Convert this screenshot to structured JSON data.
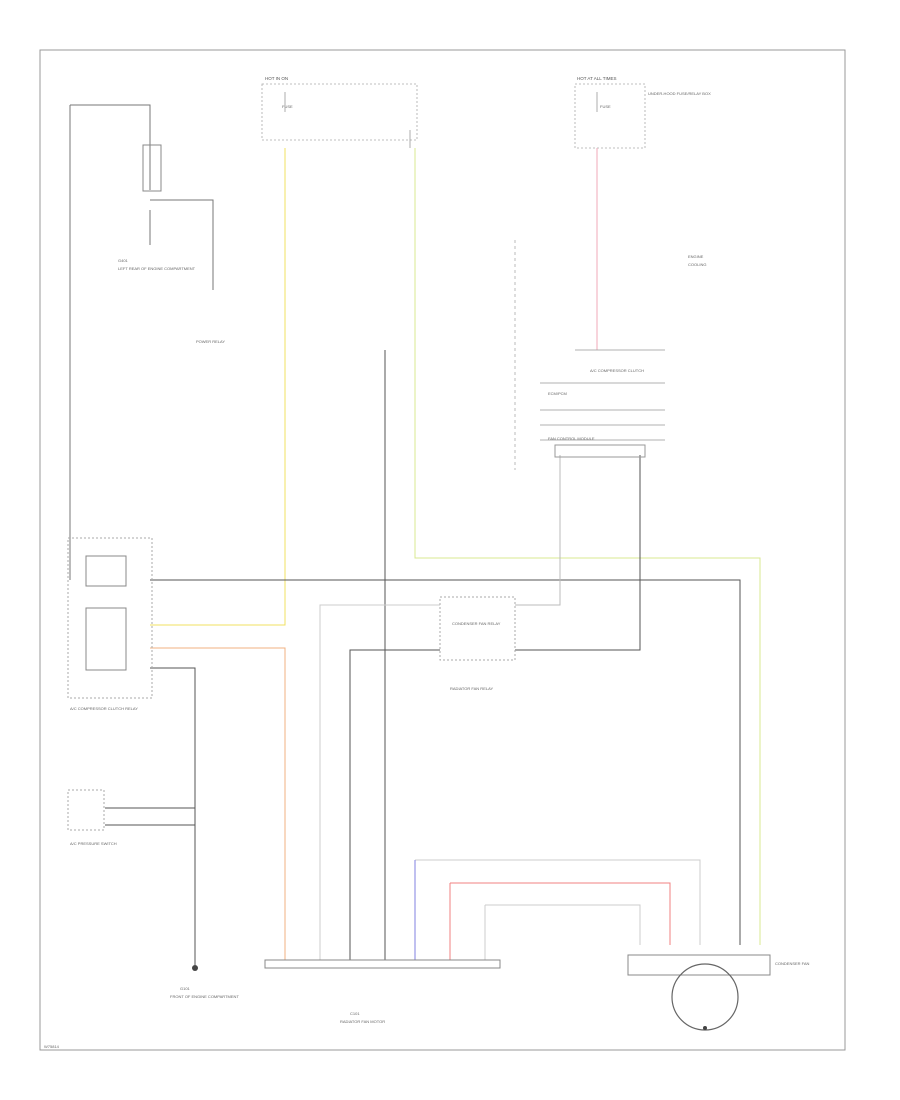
{
  "labels": {
    "fuse_box_left_header": "HOT IN ON",
    "fuse_box_right_header": "HOT AT ALL TIMES",
    "fuse_box_right_name": "UNDER-HOOD FUSE/RELAY BOX",
    "fuse_left_a": "FUSE",
    "fuse_right_a": "FUSE",
    "ground_left": "G401",
    "ground_left_name": "LEFT REAR OF ENGINE COMPARTMENT",
    "power_relay_label": "POWER RELAY",
    "radiator_fan_relay": "RADIATOR FAN RELAY",
    "ecm_pcm_label": "ECM/PCM",
    "cooling_fan_label": "CONDENSER FAN",
    "condenser_fan_relay": "CONDENSER FAN RELAY",
    "ac_pressure_switch": "A/C PRESSURE SWITCH",
    "fan_control_module": "FAN CONTROL MODULE",
    "ac_compressor_clutch": "A/C COMPRESSOR CLUTCH",
    "ac_clutch_relay": "A/C COMPRESSOR CLUTCH RELAY",
    "engine_label": "ENGINE",
    "engine_sub": "COOLING",
    "connector_bottom": "C101",
    "connector_bottom_name": "RADIATOR FAN MOTOR",
    "connector_ecm": "ECM/PCM",
    "ground_bottom": "G101",
    "ground_bottom_name": "FRONT OF ENGINE COMPARTMENT",
    "radiator_fan_motor": "RADIATOR FAN MOTOR",
    "page_id": "W75814"
  },
  "wire_colors": {
    "yellow": "#f0e060",
    "yellow_green": "#d8e890",
    "pink": "#f0a8b8",
    "blue": "#8080e0",
    "red": "#f08080",
    "orange": "#f0b080",
    "black": "#444444",
    "grey": "#bbbbbb"
  }
}
